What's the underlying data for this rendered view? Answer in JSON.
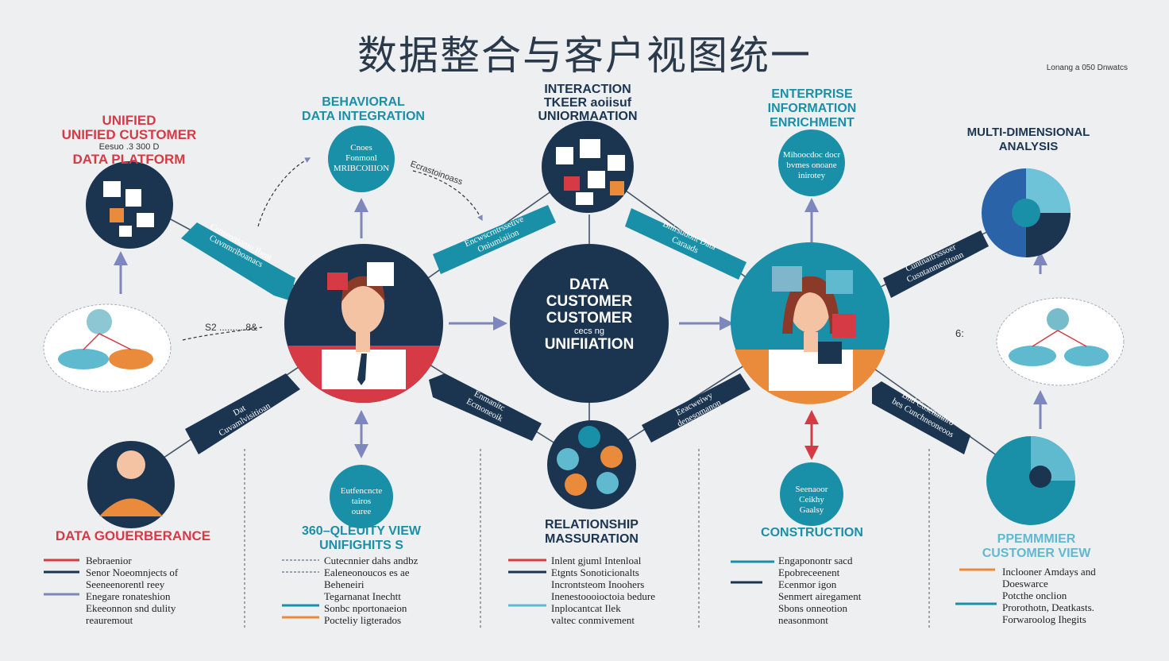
{
  "title": "数据整合与客户视图统一",
  "corner_text": "Lonang a 050 Dnwatcs",
  "left": {
    "header": [
      "UNIFIED",
      "UNIFIED CUSTOMER",
      "Eesuo .3  300 D",
      "DATA PLATFORM"
    ],
    "band_top": [
      "Censeonsanto Ibent",
      "Cuvnmriboanacs"
    ],
    "band_bottom": [
      "Dat",
      "Cuvamlvisitioan"
    ],
    "label_bottom": "DATA GOUERBERANCE",
    "annot": "S2 ......... 8&"
  },
  "behavioral": {
    "header": [
      "BEHAVIORAL",
      "DATA INTEGRATION"
    ],
    "circle": [
      "Cnoes",
      "Fonmonl",
      "MRIBCOIIION"
    ],
    "curve_label": "Ecrastoinoass"
  },
  "interaction": {
    "header": [
      "INTERACTION",
      "TKEER aoiisuf",
      "UNIORMAATION"
    ],
    "band_left": [
      "Encwscrntrssetive",
      "Oniumiaiion"
    ],
    "band_right": [
      "Bnirsudont Data",
      "Caraads"
    ]
  },
  "center": [
    "DATA",
    "CUSTOMER",
    "CUSTOMER",
    "cecs ng",
    "UNIFIIATION"
  ],
  "enterprise": {
    "header": [
      "ENTERPRISE",
      "INFORMATION",
      "ENRICHMENT"
    ],
    "circle": [
      "Mihoocdoc docr",
      "bvmes onoane",
      "inirotey"
    ],
    "band_bottom": [
      "Bnd Cusenanhro",
      "bes Cunchneoneoos"
    ]
  },
  "multi": {
    "header": [
      "MULTI-DIMENSIONAL",
      "ANALYSIS"
    ],
    "band": [
      "Cuntnaitrsssoer",
      "Cusntanmenitonn"
    ],
    "annot": "6:"
  },
  "view360": {
    "circle": [
      "Eutfencncte",
      "tairos",
      "ouree"
    ],
    "header": [
      "360–QLEUITY VIEW",
      "UNIFIGHITS S"
    ]
  },
  "bands_mid": {
    "left": [
      "Enmanitc",
      "Ecmoneoik"
    ],
    "right": [
      "Eeacweiwy",
      "denesomanon"
    ]
  },
  "relationship": {
    "header": [
      "RELATIONSHIP",
      "MASSURATION"
    ]
  },
  "construction": {
    "circle": [
      "Seenaoor",
      "Ceikhy",
      "Gaalsy"
    ],
    "header": "CONSTRUCTION"
  },
  "premier": {
    "header": [
      "PPEMMMIER",
      "CUSTOMER VIEW"
    ]
  },
  "legend1": [
    "Bebraenior",
    "Senor Noeomnjects of",
    "Seeneenorentl reey",
    "Enegare ronateshion",
    "Ekeeonnon snd dulity",
    "reauremout"
  ],
  "legend2": [
    "Cutecnnier dahs andbz",
    "Ealeneonoucos es ae",
    "Beheneiri",
    "Tegarnanat Inechtt",
    "Sonbc nportonaeion",
    "Pocteliy ligterados"
  ],
  "legend3": [
    "Inlent gjuml Intenloal",
    "Etgnts Sonoticionalts",
    "Incrontsteom Inoohers",
    "Inenestoooioctoia bedure",
    "Inplocantcat Ilek",
    "valtec conmivement"
  ],
  "legend4": [
    "Engaponontr sacd",
    "Epobreceenent",
    "Ecenmor igon",
    "Senmert airegament",
    "Sbons onneotion",
    "neasonmont"
  ],
  "legend5": [
    "Inclooner Amdays and",
    "Doeswarce",
    "Potcthe onclion",
    "Prorothotn, Deatkasts.",
    "Forwaroolog Ihegits"
  ],
  "colors": {
    "navy": "#1b3550",
    "teal": "#1a8fa8",
    "red": "#d63a45",
    "orange": "#e98b3a",
    "light_teal": "#5fb9cf",
    "arrow": "#7d86bd"
  }
}
